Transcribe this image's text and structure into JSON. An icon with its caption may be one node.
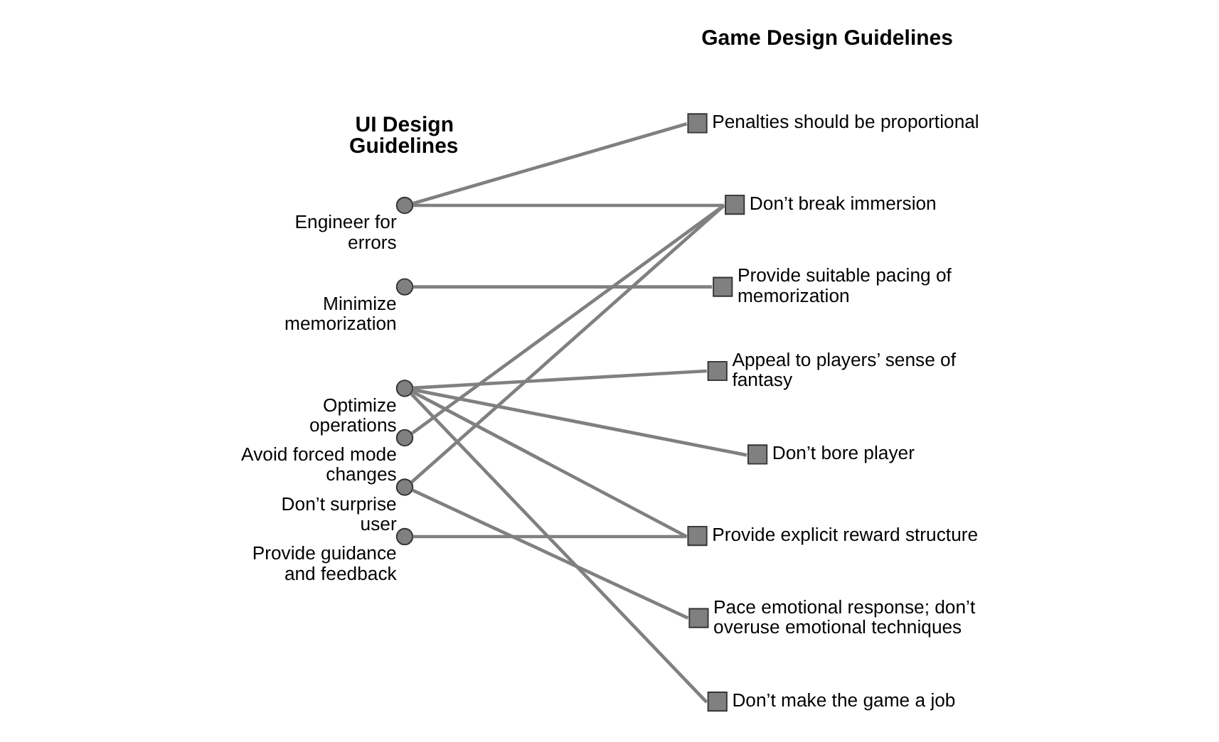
{
  "diagram": {
    "nodes": [
      {
        "text": [],
        "shape": "circle",
        "beside": [
          "Engineer for errors"
        ]
      },
      {
        "text": [],
        "shape": "circle",
        "beside": [
          "Minimize memorization"
        ]
      },
      {
        "text": [],
        "shape": "circle",
        "beside": [
          "Optimize operations"
        ]
      },
      {
        "text": [],
        "shape": "circle",
        "beside": [
          "Avoid forced mode changes"
        ]
      },
      {
        "text": [],
        "shape": "circle",
        "beside": [
          "Don’t surprise user"
        ]
      },
      {
        "text": [],
        "shape": "circle",
        "beside": [
          "Provide guidance and feedback"
        ]
      },
      {
        "text": [],
        "shape": "box",
        "beside": [
          "Penalties should be proportional"
        ]
      },
      {
        "text": [],
        "shape": "box",
        "beside": [
          "Don’t break immersion"
        ]
      },
      {
        "text": [],
        "shape": "box",
        "beside": [
          "Provide suitable pacing of memorization"
        ]
      },
      {
        "text": [],
        "shape": "box",
        "beside": [
          "Appeal to players’ sense of fantasy"
        ]
      },
      {
        "text": [],
        "shape": "box",
        "beside": [
          "Don’t bore player"
        ]
      },
      {
        "text": [],
        "shape": "box",
        "beside": [
          "Provide explicit reward structure"
        ]
      },
      {
        "text": [],
        "shape": "box",
        "beside": [
          "Pace emotional response; don’t overuse emotional techniques"
        ]
      },
      {
        "text": [],
        "shape": "box",
        "beside": [
          "Don’t make the game a job"
        ]
      }
    ],
    "edges": [
      {
        "from": 0,
        "to": 6,
        "arrow": "none"
      },
      {
        "from": 0,
        "to": 7,
        "arrow": "none"
      },
      {
        "from": 1,
        "to": 8,
        "arrow": "none"
      },
      {
        "from": 2,
        "to": 9,
        "arrow": "none"
      },
      {
        "from": 2,
        "to": 10,
        "arrow": "none"
      },
      {
        "from": 2,
        "to": 11,
        "arrow": "none"
      },
      {
        "from": 2,
        "to": 13,
        "arrow": "none"
      },
      {
        "from": 3,
        "to": 7,
        "arrow": "none"
      },
      {
        "from": 4,
        "to": 7,
        "arrow": "none"
      },
      {
        "from": 4,
        "to": 12,
        "arrow": "none"
      },
      {
        "from": 5,
        "to": 11,
        "arrow": "none"
      }
    ],
    "labels": [
      "UI Design Guidelines",
      "Game Design Guidelines"
    ]
  }
}
